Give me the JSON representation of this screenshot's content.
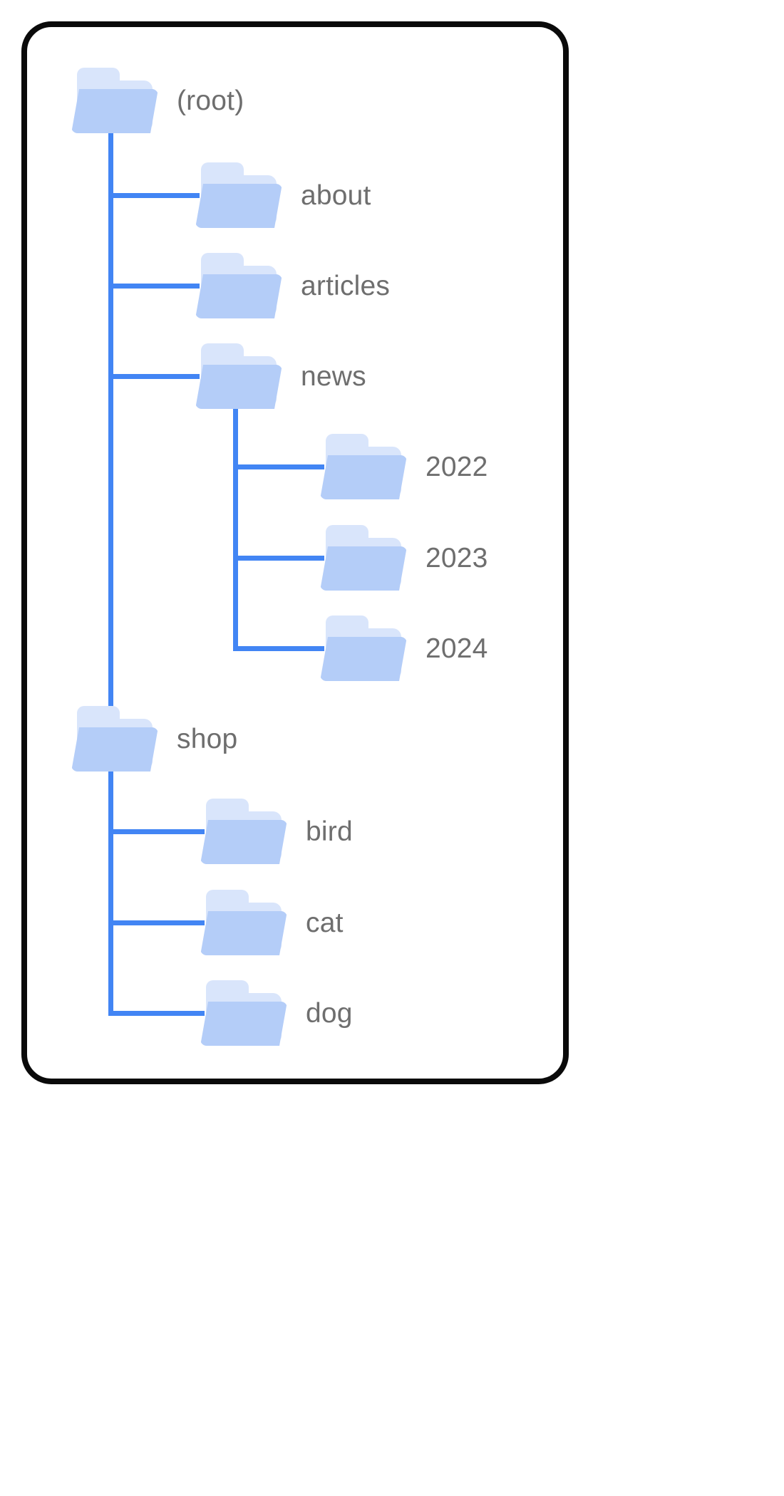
{
  "diagram": {
    "title": "folder-tree",
    "type": "tree",
    "icon": "folder-icon",
    "colors": {
      "connector": "#4285F4",
      "folder_front": "#B4CDF8",
      "folder_back": "#D9E5FB",
      "label_text": "#6E6E6E",
      "card_border": "#0A0A0A",
      "background": "#FFFFFF"
    },
    "nodes": [
      {
        "id": "root",
        "label": "(root)",
        "depth": 0,
        "parent": null
      },
      {
        "id": "about",
        "label": "about",
        "depth": 1,
        "parent": "root"
      },
      {
        "id": "articles",
        "label": "articles",
        "depth": 1,
        "parent": "root"
      },
      {
        "id": "news",
        "label": "news",
        "depth": 1,
        "parent": "root"
      },
      {
        "id": "y2022",
        "label": "2022",
        "depth": 2,
        "parent": "news"
      },
      {
        "id": "y2023",
        "label": "2023",
        "depth": 2,
        "parent": "news"
      },
      {
        "id": "y2024",
        "label": "2024",
        "depth": 2,
        "parent": "news"
      },
      {
        "id": "shop",
        "label": "shop",
        "depth": 1,
        "parent": "root"
      },
      {
        "id": "bird",
        "label": "bird",
        "depth": 2,
        "parent": "shop"
      },
      {
        "id": "cat",
        "label": "cat",
        "depth": 2,
        "parent": "shop"
      },
      {
        "id": "dog",
        "label": "dog",
        "depth": 2,
        "parent": "shop"
      }
    ]
  }
}
